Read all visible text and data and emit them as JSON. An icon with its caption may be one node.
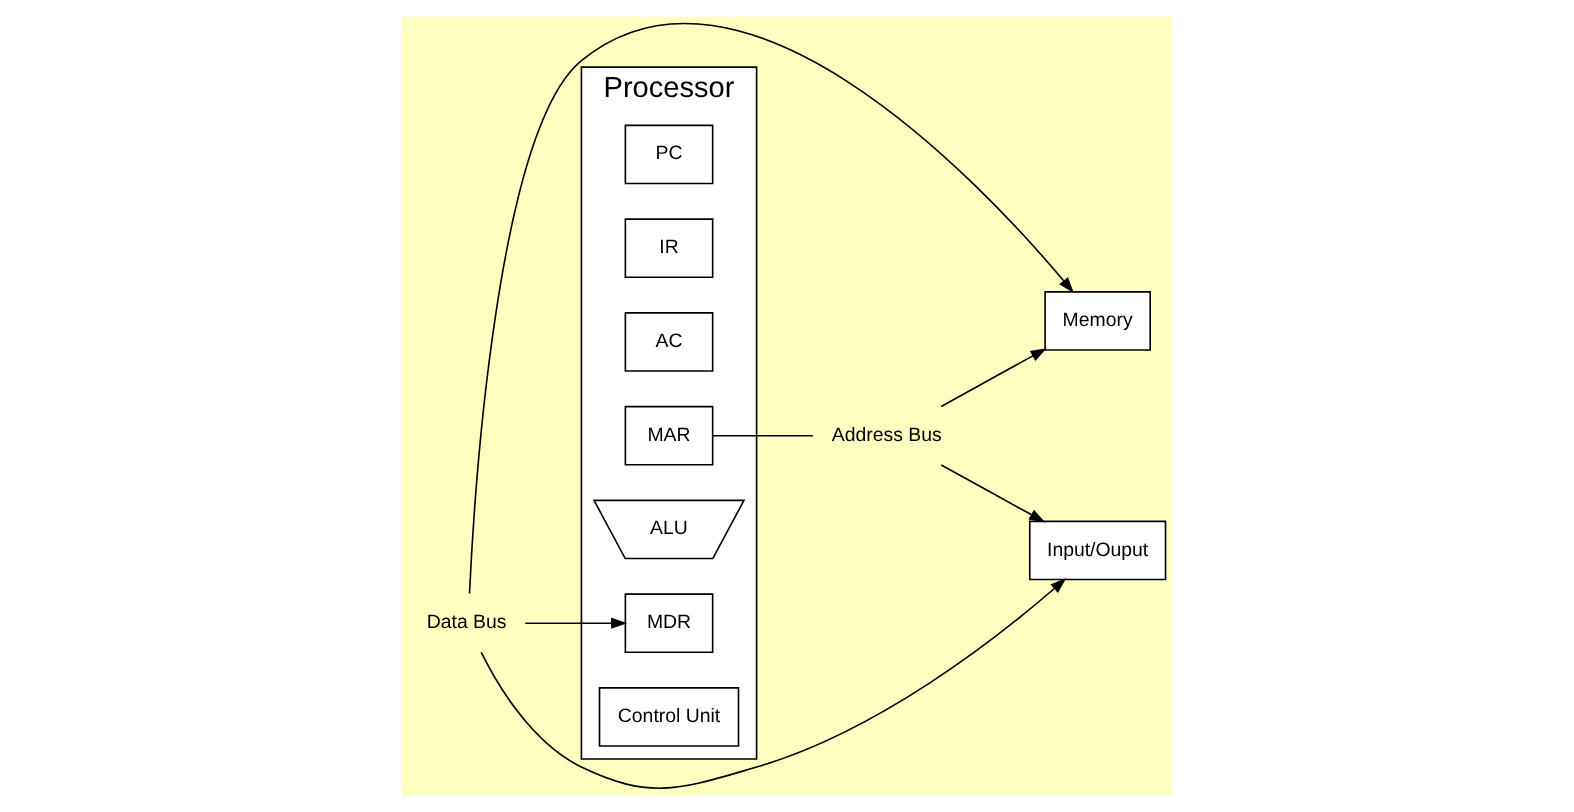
{
  "diagram": {
    "nodes": [
      {
        "text": [
          "Processor"
        ]
      },
      {
        "text": [
          "PC"
        ],
        "in": 0
      },
      {
        "text": [
          "IR"
        ],
        "in": 0
      },
      {
        "text": [
          "AC"
        ],
        "in": 0
      },
      {
        "text": [
          "MAR"
        ],
        "in": 0
      },
      {
        "text": [
          "ALU"
        ],
        "in": 0
      },
      {
        "text": [
          "MDR"
        ],
        "in": 0
      },
      {
        "text": [
          "Control Unit"
        ],
        "in": 0
      },
      {
        "text": [
          "Memory"
        ]
      },
      {
        "text": [
          "Input/Ouput"
        ]
      },
      {
        "text": [
          "Address Bus"
        ]
      },
      {
        "text": [
          "Data Bus"
        ]
      }
    ],
    "edges": [
      {
        "from": 4,
        "to": 10,
        "arrow": "none"
      },
      {
        "from": 10,
        "to": 8,
        "arrow": "to"
      },
      {
        "from": 10,
        "to": 9,
        "arrow": "to"
      },
      {
        "from": 11,
        "to": 6,
        "arrow": "to"
      },
      {
        "from": 11,
        "to": 8,
        "arrow": "to"
      },
      {
        "from": 11,
        "to": 9,
        "arrow": "to"
      }
    ]
  }
}
